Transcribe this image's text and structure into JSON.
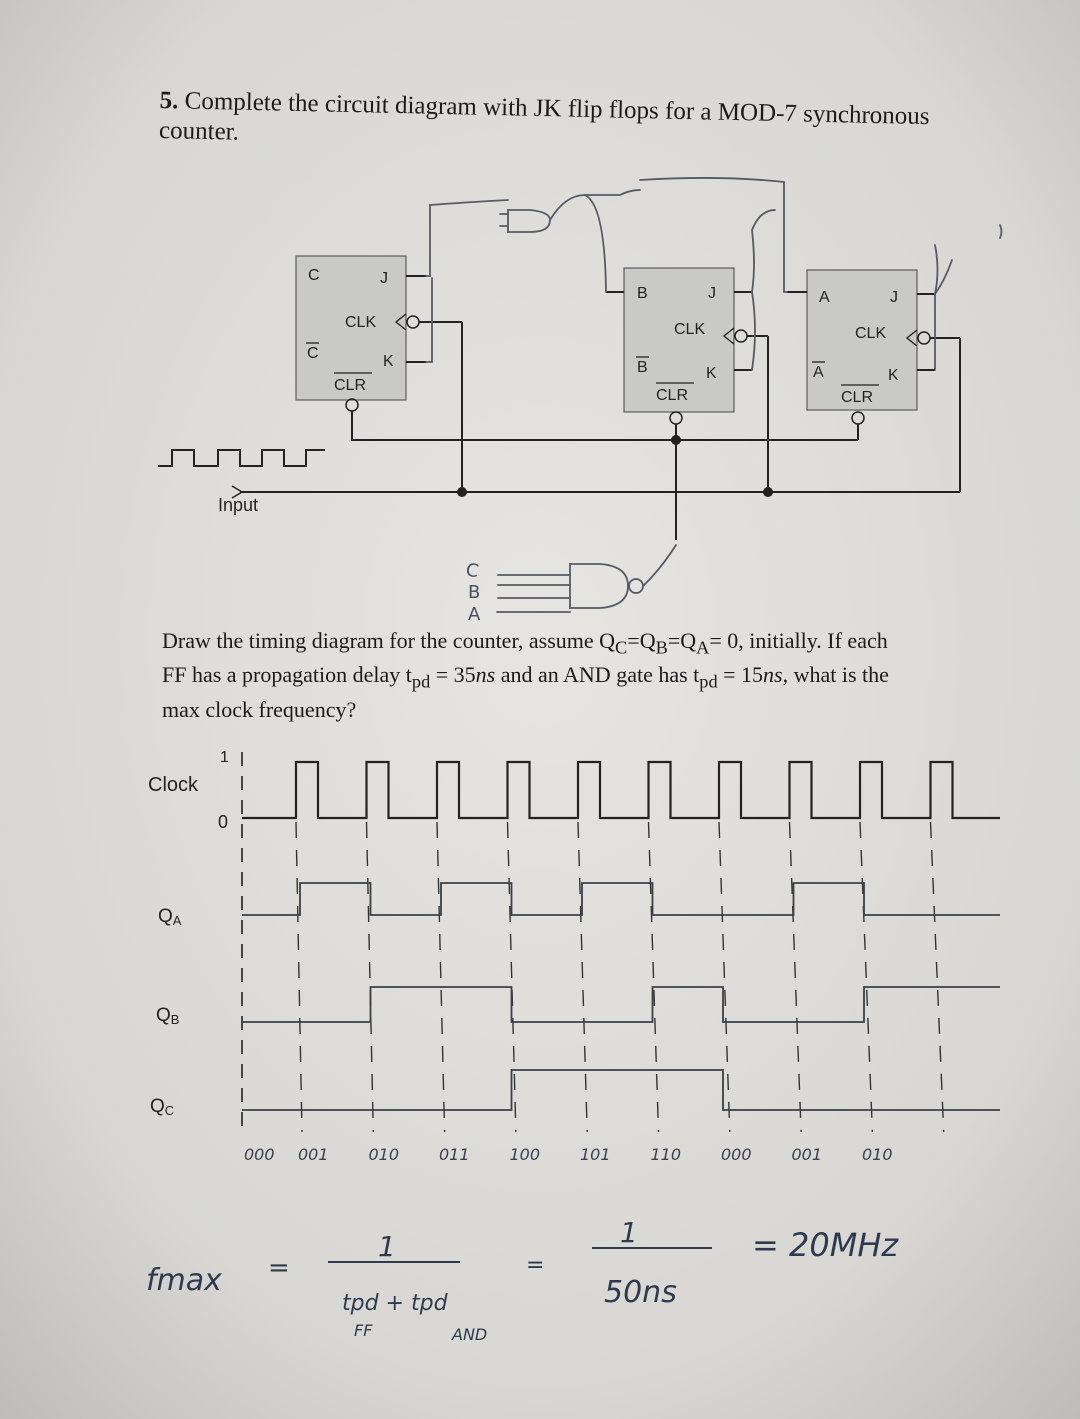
{
  "question": {
    "number": "5.",
    "title_line1": "Complete the circuit diagram with JK flip flops for a MOD-7 synchronous",
    "title_line2": "counter.",
    "part2_line1": "Draw the timing diagram for the counter, assume Q",
    "part2_sub_c": "C",
    "part2_eq1": "=Q",
    "part2_sub_b": "B",
    "part2_eq2": "=Q",
    "part2_sub_a": "A",
    "part2_rest1": "= 0, initially.  If each",
    "part2_line2a": "FF has a propagation delay t",
    "part2_pd1": "pd",
    "part2_line2b": " = 35",
    "part2_ns1": "ns",
    "part2_line2c": " and an AND gate has t",
    "part2_pd2": "pd",
    "part2_line2d": " = 15",
    "part2_ns2": "ns",
    "part2_line2e": ", what is the",
    "part2_line3": "max clock frequency?"
  },
  "circuit": {
    "ff_c": {
      "q": "C",
      "qbar": "C",
      "j": "J",
      "k": "K",
      "clk": "CLK",
      "clr": "CLR"
    },
    "ff_b": {
      "q": "B",
      "qbar": "B",
      "j": "J",
      "k": "K",
      "clk": "CLK",
      "clr": "CLR"
    },
    "ff_a": {
      "q": "A",
      "qbar": "A",
      "j": "J",
      "k": "K",
      "clk": "CLK",
      "clr": "CLR"
    },
    "input_label": "Input",
    "gate_notes": [
      "C",
      "B",
      "A"
    ]
  },
  "timing": {
    "clock_label": "Clock",
    "level_1": "1",
    "level_0": "0",
    "rows": [
      {
        "name": "QA",
        "main": "Q",
        "sub": "A"
      },
      {
        "name": "QB",
        "main": "Q",
        "sub": "B"
      },
      {
        "name": "QC",
        "main": "Q",
        "sub": "C"
      }
    ],
    "states": [
      "000",
      "001",
      "010",
      "011",
      "100",
      "101",
      "110",
      "000",
      "001",
      "010"
    ]
  },
  "answer": {
    "fmax": "fmax",
    "eq1": "=",
    "numerator1": "1",
    "denominator1": "tpd + tpd",
    "den_sub1": "FF",
    "den_sub2": "AND",
    "eq2": "=",
    "numerator2": "1",
    "denominator2": "50ns",
    "result": "= 20MHz"
  }
}
